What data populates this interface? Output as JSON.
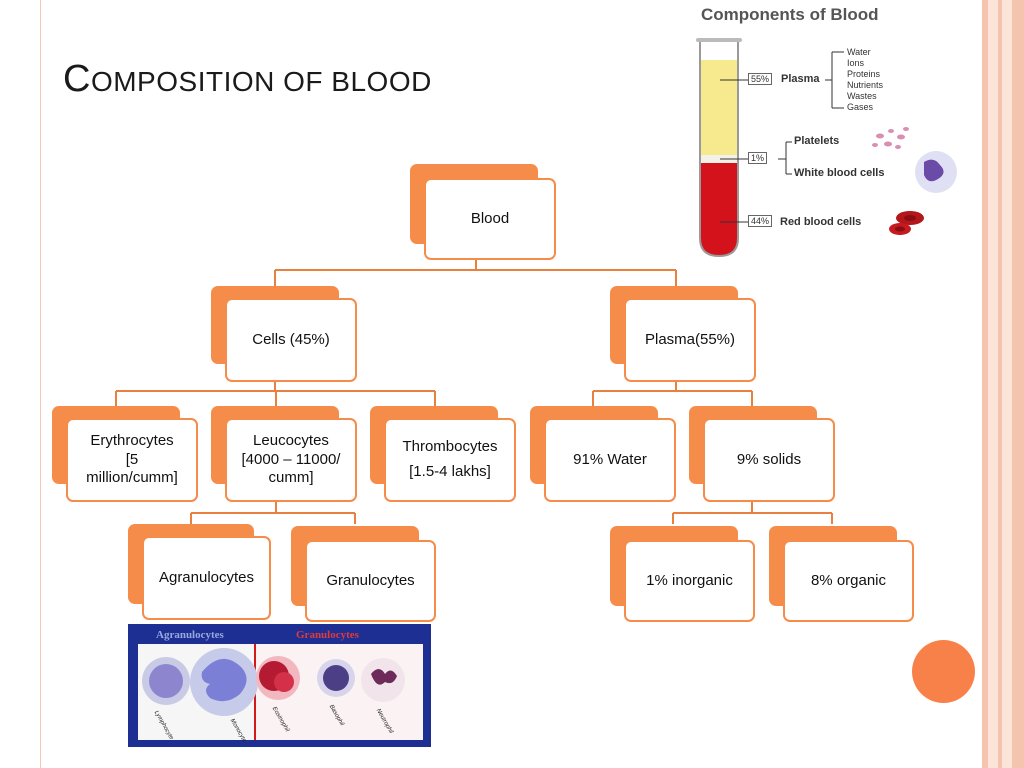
{
  "slide": {
    "title_first_letter": "C",
    "title_rest": "OMPOSITION OF BLOOD"
  },
  "hierarchy": {
    "root": {
      "label": "Blood"
    },
    "cells": {
      "label": "Cells (45%)"
    },
    "plasma": {
      "label": "Plasma(55%)"
    },
    "erythrocytes": {
      "line1": "Erythrocytes",
      "line2": "[5",
      "line3": "million/cumm]"
    },
    "leucocytes": {
      "line1": "Leucocytes",
      "line2": "[4000 – 11000/",
      "line3": "cumm]"
    },
    "thrombocytes": {
      "line1": "Thrombocytes",
      "line2": "[1.5-4 lakhs]"
    },
    "agranulocytes": {
      "label": "Agranulocytes"
    },
    "granulocytes": {
      "label": "Granulocytes"
    },
    "water": {
      "label": "91% Water"
    },
    "solids": {
      "label": "9% solids"
    },
    "inorganic": {
      "label": "1% inorganic"
    },
    "organic": {
      "label": "8% organic"
    }
  },
  "tube_figure": {
    "title": "Components of Blood",
    "plasma_pct": "55%",
    "plasma_label": "Plasma",
    "plasma_items": [
      "Water",
      "Ions",
      "Proteins",
      "Nutrients",
      "Wastes",
      "Gases"
    ],
    "buffy_pct": "1%",
    "platelets_label": "Platelets",
    "wbc_label": "White blood cells",
    "rbc_pct": "44%",
    "rbc_label": "Red blood cells"
  },
  "cells_photo": {
    "left_heading": "Agranulocytes",
    "right_heading": "Granulocytes",
    "captions": [
      "Lymphocyte",
      "Monocyte",
      "Eosinophil",
      "Basophil",
      "Neutrophil"
    ]
  },
  "colors": {
    "accent": "#f58c4a",
    "connector": "#e8803f",
    "plasma_yellow": "#f7e98e",
    "blood_red": "#d3121c",
    "photo_bg": "#1d2f92"
  }
}
